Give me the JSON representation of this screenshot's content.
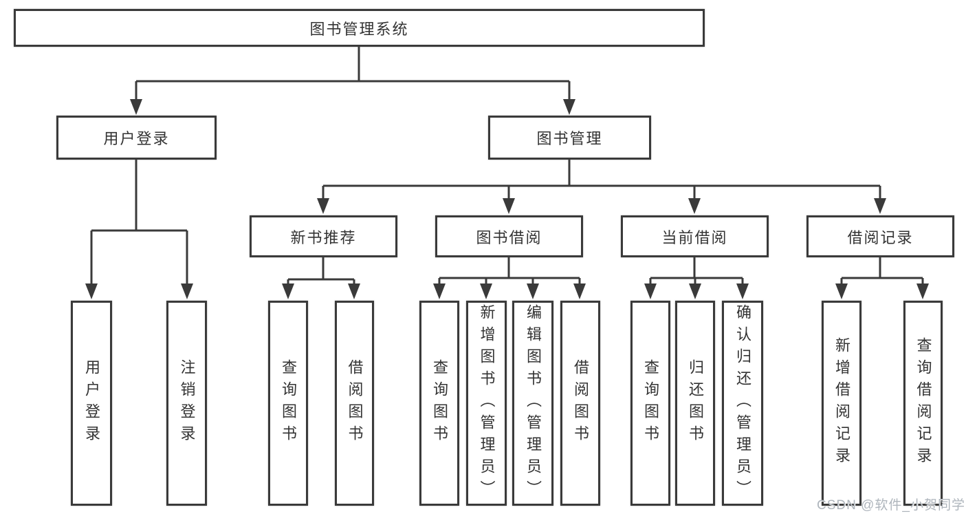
{
  "diagram": {
    "root": "图书管理系统",
    "level2": [
      "用户登录",
      "图书管理"
    ],
    "login_children": [
      "用户登录",
      "注销登录"
    ],
    "groups": [
      {
        "label": "新书推荐",
        "children": [
          "查询图书",
          "借阅图书"
        ]
      },
      {
        "label": "图书借阅",
        "children": [
          "查询图书",
          "新增图书（管理员）",
          "编辑图书（管理员）",
          "借阅图书"
        ]
      },
      {
        "label": "当前借阅",
        "children": [
          "查询图书",
          "归还图书",
          "确认归还（管理员）"
        ]
      },
      {
        "label": "借阅记录",
        "children": [
          "新增借阅记录",
          "查询借阅记录"
        ]
      }
    ]
  },
  "watermark": "CSDN @软件_小贺同学",
  "colors": {
    "line": "#3a3a3a",
    "text": "#333333",
    "background": "#ffffff",
    "watermark": "#aeb5bc"
  }
}
